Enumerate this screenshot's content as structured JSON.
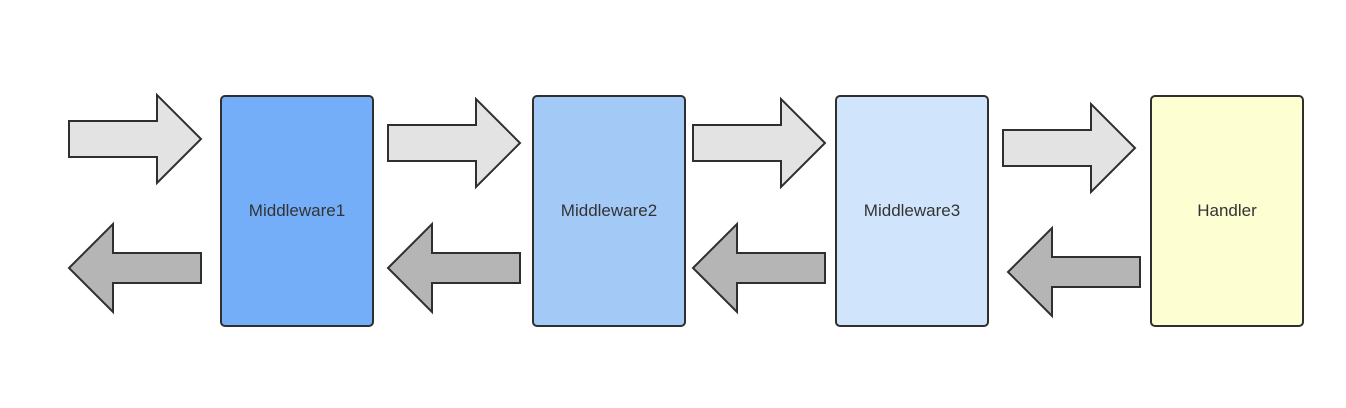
{
  "diagram": {
    "nodes": [
      {
        "id": "m1",
        "label": "Middleware1",
        "fill": "#75aef8"
      },
      {
        "id": "m2",
        "label": "Middleware2",
        "fill": "#a3c9f7"
      },
      {
        "id": "m3",
        "label": "Middleware3",
        "fill": "#d0e5fb"
      },
      {
        "id": "h",
        "label": "Handler",
        "fill": "#fefed3"
      }
    ],
    "arrow_colors": {
      "request": "#e3e3e3",
      "response": "#b5b5b5",
      "stroke": "#2f2f2f"
    }
  }
}
